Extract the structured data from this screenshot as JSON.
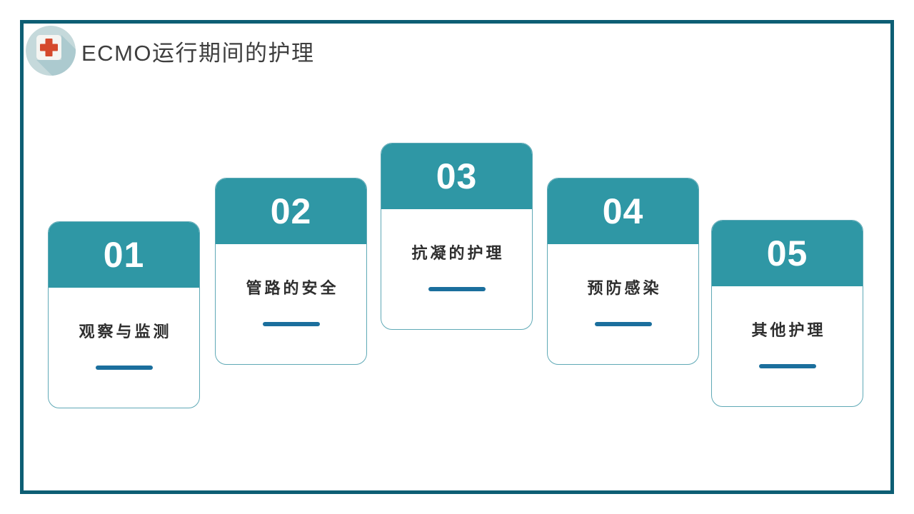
{
  "slide": {
    "title": "ECMO运行期间的护理"
  },
  "cards": [
    {
      "number": "01",
      "label": "观察与监测"
    },
    {
      "number": "02",
      "label": "管路的安全"
    },
    {
      "number": "03",
      "label": "抗凝的护理"
    },
    {
      "number": "04",
      "label": "预防感染"
    },
    {
      "number": "05",
      "label": "其他护理"
    }
  ],
  "icons": {
    "title_icon": "medical-cross-icon"
  },
  "colors": {
    "frame_border": "#0d5e74",
    "card_header": "#2f97a5",
    "card_border": "#5fa9b6",
    "underline": "#1b6f9d",
    "title_text": "#3e3e3e",
    "label_text": "#2e2e2e",
    "icon_circle": "#c5d9db",
    "icon_shadow": "#accacf",
    "icon_square": "#f5f5f2",
    "icon_cross": "#d5492c"
  }
}
